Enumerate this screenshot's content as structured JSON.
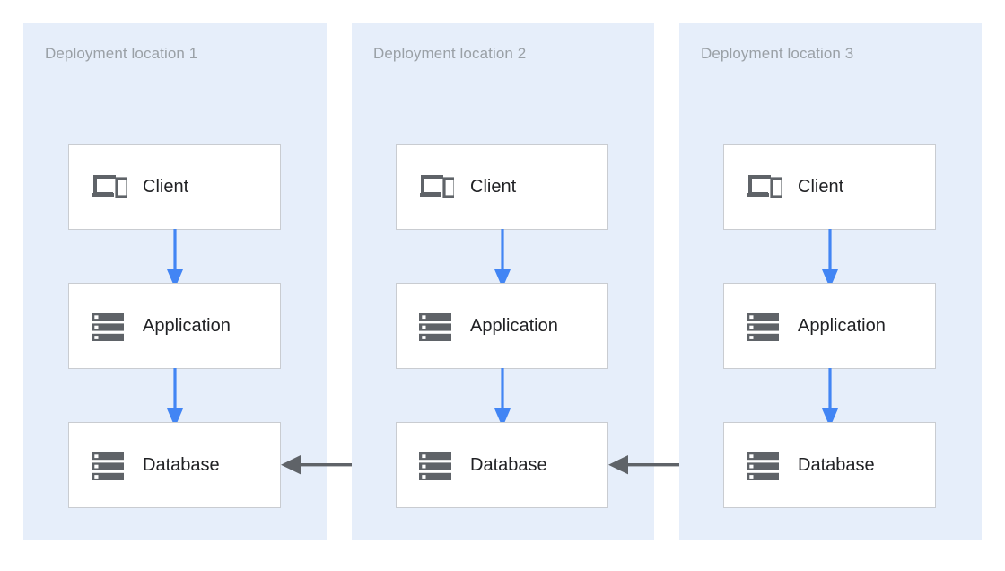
{
  "diagram": {
    "title_color": "#9aa0a6",
    "panel_bg": "#e6eefa",
    "page_bg": "#ffffff",
    "flow_arrow_color": "#4285f4",
    "replication_arrow_color": "#5f6368",
    "node_border_color": "#c9ccd1",
    "node_bg": "#ffffff",
    "icon_color": "#5f6368",
    "panels": [
      {
        "title": "Deployment location 1",
        "nodes": [
          {
            "label": "Client",
            "icon": "client-devices-icon"
          },
          {
            "label": "Application",
            "icon": "server-stack-icon"
          },
          {
            "label": "Database",
            "icon": "server-stack-icon"
          }
        ]
      },
      {
        "title": "Deployment location 2",
        "nodes": [
          {
            "label": "Client",
            "icon": "client-devices-icon"
          },
          {
            "label": "Application",
            "icon": "server-stack-icon"
          },
          {
            "label": "Database",
            "icon": "server-stack-icon"
          }
        ]
      },
      {
        "title": "Deployment location 3",
        "nodes": [
          {
            "label": "Client",
            "icon": "client-devices-icon"
          },
          {
            "label": "Application",
            "icon": "server-stack-icon"
          },
          {
            "label": "Database",
            "icon": "server-stack-icon"
          }
        ]
      }
    ],
    "vertical_arrows": [
      {
        "from": "Client",
        "to": "Application",
        "panel": 1
      },
      {
        "from": "Application",
        "to": "Database",
        "panel": 1
      },
      {
        "from": "Client",
        "to": "Application",
        "panel": 2
      },
      {
        "from": "Application",
        "to": "Database",
        "panel": 2
      },
      {
        "from": "Client",
        "to": "Application",
        "panel": 3
      },
      {
        "from": "Application",
        "to": "Database",
        "panel": 3
      }
    ],
    "horizontal_arrows": [
      {
        "from": "Database (location 1)",
        "to": "Database (location 2)",
        "bidirectional": true
      },
      {
        "from": "Database (location 2)",
        "to": "Database (location 3)",
        "bidirectional": true
      }
    ]
  }
}
